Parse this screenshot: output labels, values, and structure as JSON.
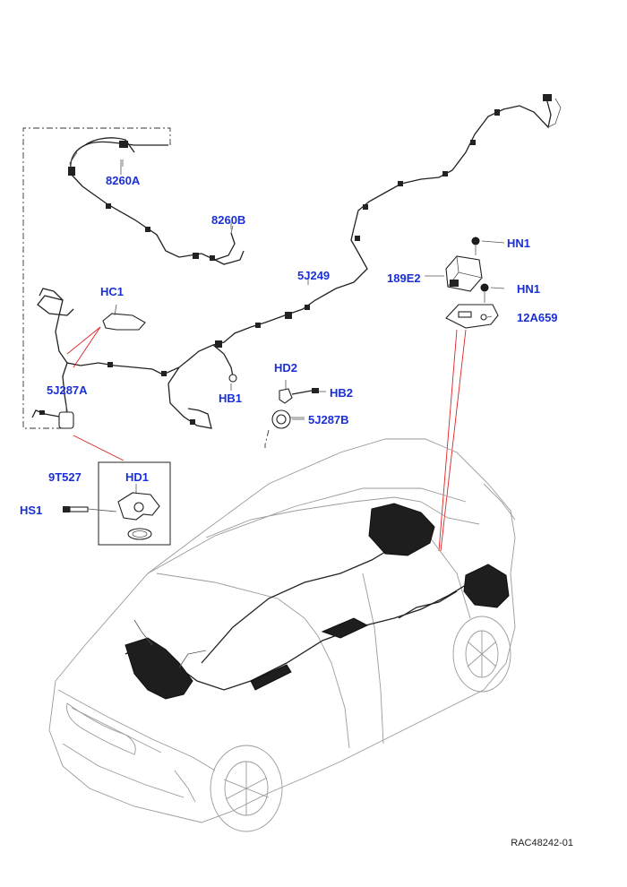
{
  "callouts": {
    "c8260A": "8260A",
    "c8260B": "8260B",
    "c5J249": "5J249",
    "cHN1a": "HN1",
    "cHN1b": "HN1",
    "c189E2": "189E2",
    "c12A659": "12A659",
    "cHC1": "HC1",
    "c5J287A": "5J287A",
    "cHD2": "HD2",
    "cHB2": "HB2",
    "cHB1": "HB1",
    "c5J287B": "5J287B",
    "c9T527": "9T527",
    "cHD1": "HD1",
    "cHS1": "HS1"
  },
  "reference_code": "RAC48242-01"
}
